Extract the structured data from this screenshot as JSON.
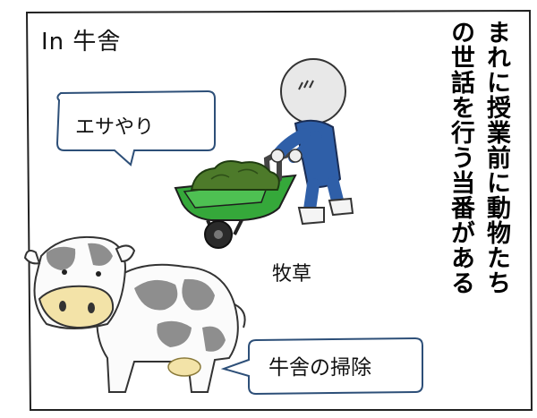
{
  "place_label": "In 牛舎",
  "feed_bubble": "エサやり",
  "cleaning_bubble": "牛舎の掃除",
  "grass_label": "牧草",
  "narration": {
    "col1": "まれに授業前に動物たち",
    "col2": "の世話を行う当番がある"
  },
  "colors": {
    "uniform_blue": "#2f5fa8",
    "wheelbarrow_green": "#35a83a",
    "grass_green": "#4d7a2a",
    "bubble_border": "#2d4f78",
    "cow_spot_gray": "#8e8e8e",
    "cow_nose": "#f3e3a8"
  }
}
